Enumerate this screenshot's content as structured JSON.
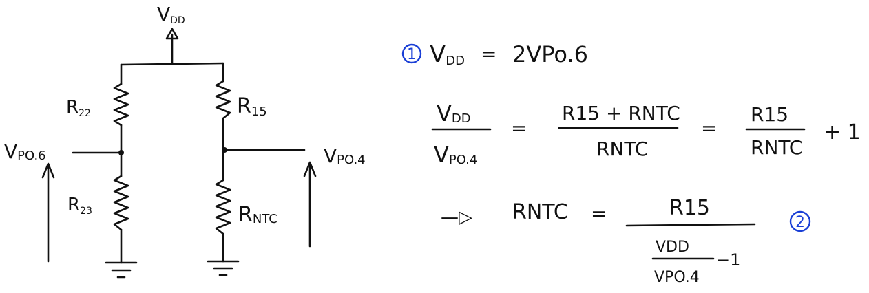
{
  "circuit": {
    "supply": {
      "main": "V",
      "sub": "DD"
    },
    "left_top_resistor": {
      "main": "R",
      "sub": "22"
    },
    "left_bottom_resistor": {
      "main": "R",
      "sub": "23"
    },
    "right_top_resistor": {
      "main": "R",
      "sub": "15"
    },
    "right_bottom_resistor": {
      "main": "R",
      "sub": "NTC"
    },
    "left_node": {
      "main": "V",
      "sub": "PO.6"
    },
    "right_node": {
      "main": "V",
      "sub": "PO.4"
    }
  },
  "equations": {
    "eq1": {
      "marker": "1",
      "lhs": {
        "main": "V",
        "sub": "DD"
      },
      "equals": "=",
      "rhs": "2VPo.6"
    },
    "eq2": {
      "frac1_num": {
        "main": "V",
        "sub": "DD"
      },
      "frac1_den": {
        "main": "V",
        "sub": "PO.4"
      },
      "equals_a": "=",
      "frac2_num": "R15 + RNTC",
      "frac2_den": "RNTC",
      "equals_b": "=",
      "frac3_num": "R15",
      "frac3_den": "RNTC",
      "plus_one": "+ 1"
    },
    "eq3": {
      "arrow": "—▷",
      "lhs": "RNTC",
      "equals": "=",
      "num": "R15",
      "inner_num": "VDD",
      "inner_den": "VPO.4",
      "minus_one": "−1",
      "marker": "2"
    }
  }
}
